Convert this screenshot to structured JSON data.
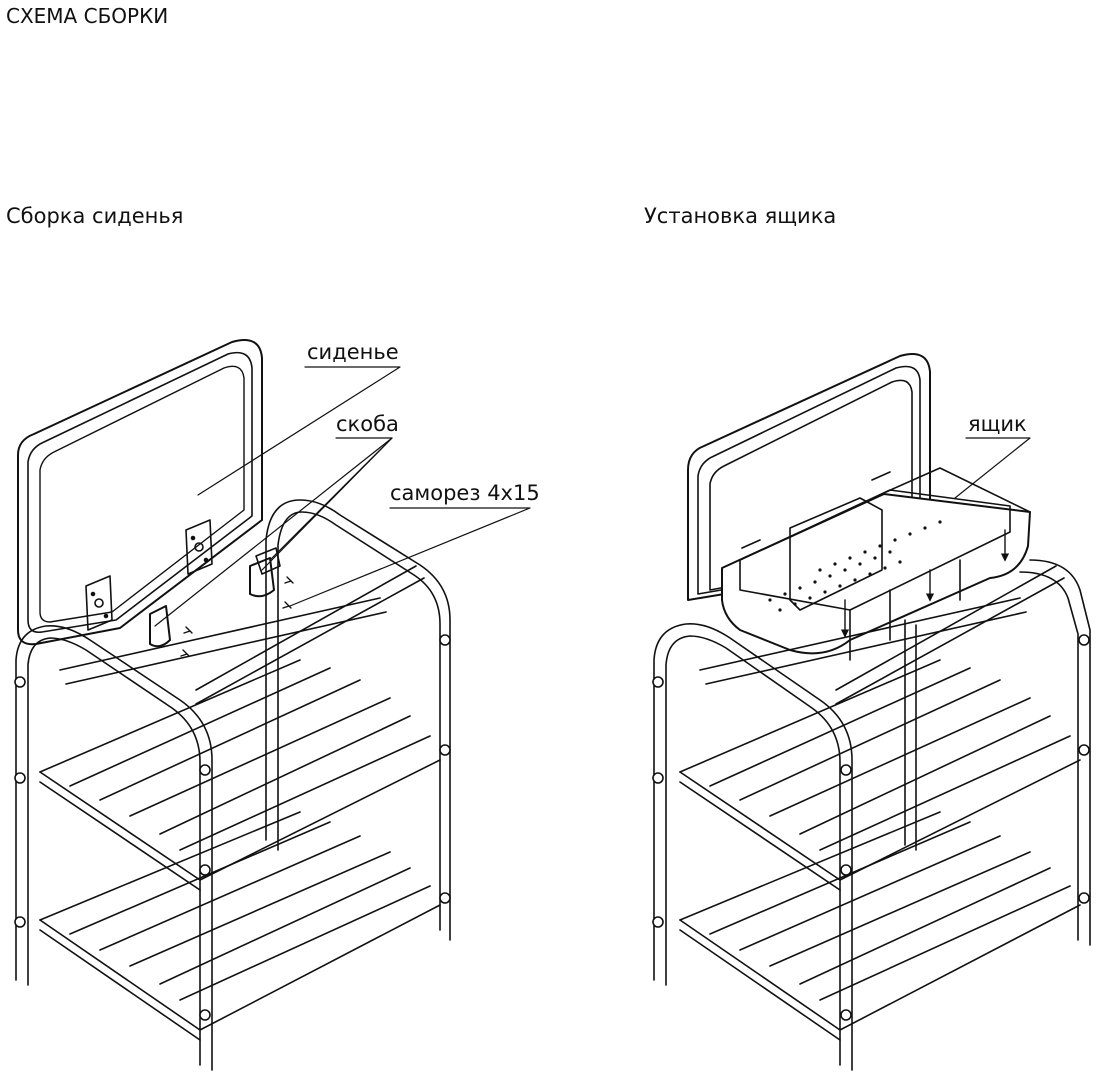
{
  "title": "СХЕМА СБОРКИ",
  "sections": [
    {
      "title": "Сборка сиденья",
      "callouts": [
        "сиденье",
        "скоба",
        "саморез 4х15"
      ]
    },
    {
      "title": "Установка ящика",
      "callouts": [
        "ящик"
      ]
    }
  ]
}
